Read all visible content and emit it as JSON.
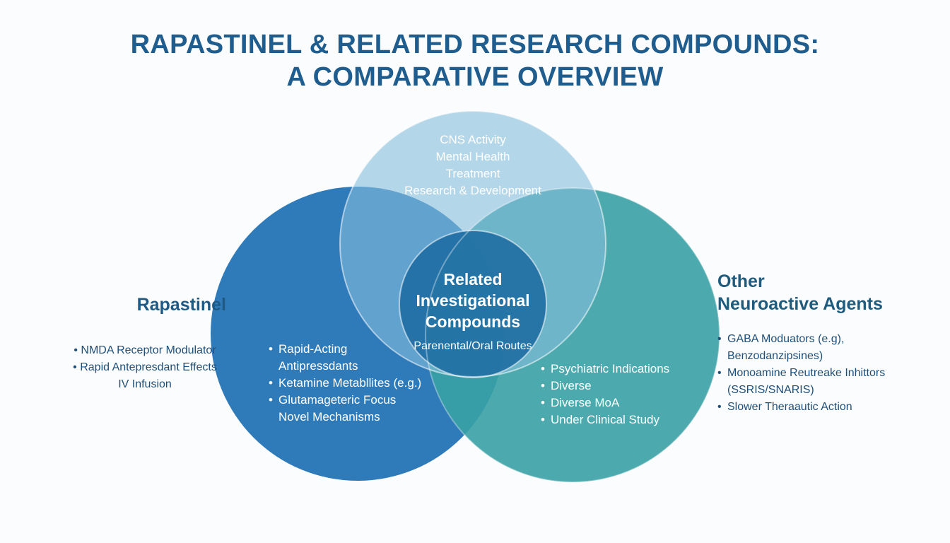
{
  "title": {
    "line1": "RAPASTINEL & RELATED RESEARCH COMPOUNDS:",
    "line2": "A COMPARATIVE OVERVIEW"
  },
  "colors": {
    "left": "#2f7ab9",
    "right": "#38a1a5",
    "top": "#86bcdc",
    "center": "#1a6aa0",
    "title": "#1f5d8e"
  },
  "top_circle": {
    "lines": [
      "CNS Activity",
      "Mental Health",
      "Treatment",
      "Research & Development"
    ]
  },
  "center_circle": {
    "title_lines": [
      "Related",
      "Investigational",
      "Compounds"
    ],
    "subtitle": "Parenental/Oral Routes"
  },
  "left_circle": {
    "items": [
      "Rapid-Acting",
      "Antipressdants",
      "Ketamine Metabllites (e.g.)",
      "Glutamageteric Focus",
      "Novel Mechanisms"
    ]
  },
  "right_circle": {
    "items": [
      "Psychiatric Indications",
      "Diverse",
      "Diverse MoA",
      "Under Clinical Study"
    ]
  },
  "rapastinel": {
    "heading": "Rapastinel",
    "items": [
      "NMDA Receptor Modulator",
      "Rapid Antepresdant Effects",
      "IV Infusion"
    ]
  },
  "other": {
    "heading_line1": "Other",
    "heading_line2": "Neuroactive Agents",
    "items": [
      "GABA Moduators (e.g),",
      "Benzodanzipsines)",
      "Monoamine Reutreake Inhittors",
      "(SSRIS/SNARIS)",
      "Slower Theraautic Action"
    ]
  }
}
